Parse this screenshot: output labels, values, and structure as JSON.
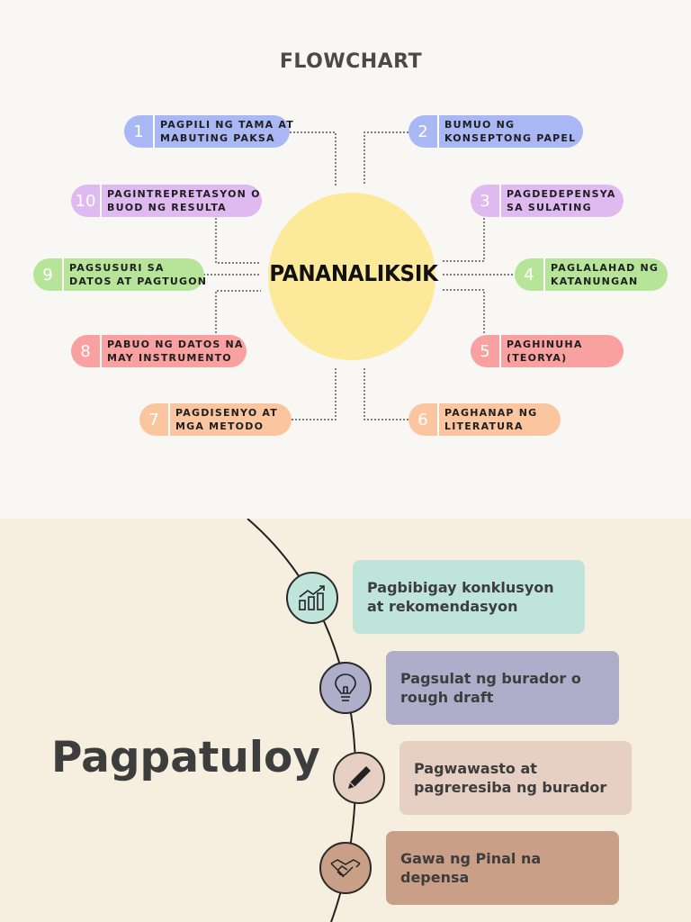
{
  "flowchart": {
    "title": "FLOWCHART",
    "center_label": "PANANALIKSIK",
    "center_color": "#fde99a",
    "steps": [
      {
        "num": "1",
        "line1": "PAGPILI NG TAMA AT",
        "line2": "MABUTING PAKSA",
        "color": "#a9b7f5"
      },
      {
        "num": "2",
        "line1": "BUMUO NG",
        "line2": "KONSEPTONG PAPEL",
        "color": "#a9b7f5"
      },
      {
        "num": "3",
        "line1": "PAGDEDEPENSYA",
        "line2": "SA SULATING",
        "color": "#dfbaf1"
      },
      {
        "num": "4",
        "line1": "PAGLALAHAD NG",
        "line2": "KATANUNGAN",
        "color": "#b6e59a"
      },
      {
        "num": "5",
        "line1": "PAGHINUHA",
        "line2": "(TEORYA)",
        "color": "#f9a0a0"
      },
      {
        "num": "6",
        "line1": "PAGHANAP NG",
        "line2": "LITERATURA",
        "color": "#fbc59f"
      },
      {
        "num": "7",
        "line1": "PAGDISENYO AT",
        "line2": "MGA METODO",
        "color": "#fbc59f"
      },
      {
        "num": "8",
        "line1": "PABUO NG DATOS NA",
        "line2": "MAY INSTRUMENTO",
        "color": "#f9a0a0"
      },
      {
        "num": "9",
        "line1": "PAGSUSURI SA",
        "line2": "DATOS AT PAGTUGON",
        "color": "#b6e59a"
      },
      {
        "num": "10",
        "line1": "PAGINTREPRETASYON O",
        "line2": "BUOD NG RESULTA",
        "color": "#dfbaf1"
      }
    ]
  },
  "continuation": {
    "title": "Pagpatuloy",
    "steps": [
      {
        "label": "Pagbibigay konklusyon at rekomendasyon",
        "icon": "bar-chart-icon",
        "circle_color": "#bfe5db",
        "box_color": "#bfe5db"
      },
      {
        "label": "Pagsulat ng  burador o rough draft",
        "icon": "lightbulb-icon",
        "circle_color": "#aeaeca",
        "box_color": "#aeaeca"
      },
      {
        "label": "Pagwawasto at pagreresiba ng burador",
        "icon": "pen-icon",
        "circle_color": "#e6cfc3",
        "box_color": "#e6cfc3"
      },
      {
        "label": "Gawa ng Pinal na depensa",
        "icon": "handshake-icon",
        "circle_color": "#c9a087",
        "box_color": "#c9a087"
      }
    ]
  }
}
